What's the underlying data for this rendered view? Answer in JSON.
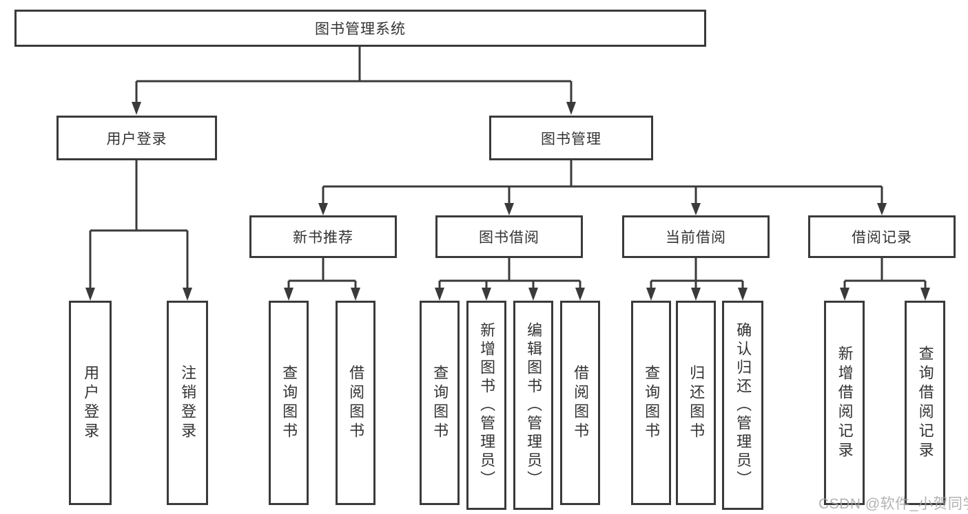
{
  "colors": {
    "line": "#3a3a3a",
    "border": "#3a3a3a",
    "text": "#333333",
    "watermark": "#a5a5a5",
    "background": "#ffffff"
  },
  "tree": {
    "root": {
      "label": "图书管理系统"
    },
    "children": [
      {
        "label": "用户登录",
        "children": [
          {
            "label": "用户登录"
          },
          {
            "label": "注销登录"
          }
        ]
      },
      {
        "label": "图书管理",
        "children": [
          {
            "label": "新书推荐",
            "children": [
              {
                "label": "查询图书"
              },
              {
                "label": "借阅图书"
              }
            ]
          },
          {
            "label": "图书借阅",
            "children": [
              {
                "label": "查询图书"
              },
              {
                "label": "新增图书（管理员）"
              },
              {
                "label": "编辑图书（管理员）"
              },
              {
                "label": "借阅图书"
              }
            ]
          },
          {
            "label": "当前借阅",
            "children": [
              {
                "label": "查询图书"
              },
              {
                "label": "归还图书"
              },
              {
                "label": "确认归还（管理员）"
              }
            ]
          },
          {
            "label": "借阅记录",
            "children": [
              {
                "label": "新增借阅记录"
              },
              {
                "label": "查询借阅记录"
              }
            ]
          }
        ]
      }
    ]
  },
  "watermark": {
    "text": "CSDN @软件_小贺同学"
  }
}
